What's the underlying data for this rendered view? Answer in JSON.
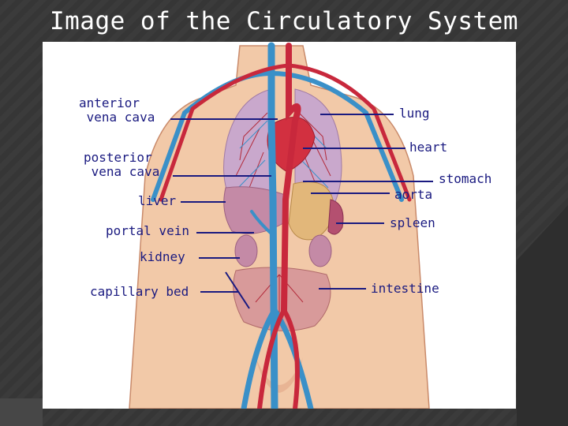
{
  "slide": {
    "title": "Image of the Circulatory System"
  },
  "diagram": {
    "labels": {
      "anterior_vena_cava": "anterior\n vena cava",
      "posterior_vena_cava": "posterior\n vena cava",
      "liver": "liver",
      "portal_vein": "portal vein",
      "kidney": "kidney",
      "capillary_bed": "capillary bed",
      "lung": "lung",
      "heart": "heart",
      "stomach": "stomach",
      "aorta": "aorta",
      "spleen": "spleen",
      "intestine": "intestine"
    },
    "colors": {
      "artery": "#c8283c",
      "vein": "#3a90c8",
      "leader_line": "#1a1a80",
      "skin": "#f2c9a8",
      "lung": "#c9a8cc"
    }
  }
}
